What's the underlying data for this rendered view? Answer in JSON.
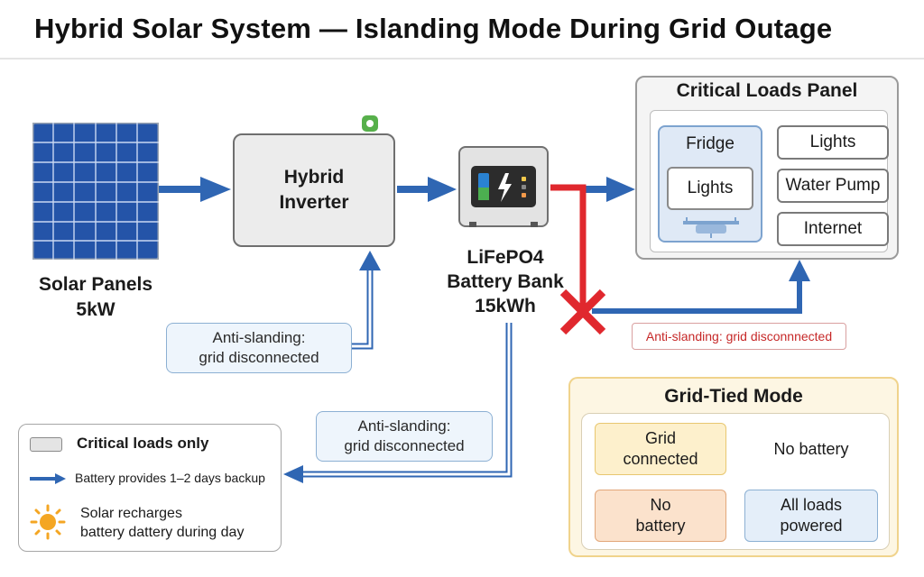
{
  "title": "Hybrid Solar System — Islanding Mode During Grid Outage",
  "solar": {
    "line1": "Solar Panels",
    "line2": "5kW"
  },
  "inverter": {
    "line1": "Hybrid",
    "line2": "Inverter"
  },
  "battery": {
    "line1": "LiFePO4",
    "line2": "Battery Bank",
    "line3": "15kWh"
  },
  "critical_loads_panel": {
    "title": "Critical Loads Panel",
    "fridge": "Fridge",
    "fridge_item": "Lights",
    "items": [
      "Lights",
      "Water Pump",
      "Internet"
    ]
  },
  "notes": {
    "inverter_note": {
      "line1": "Anti-slanding:",
      "line2": "grid disconnected"
    },
    "battery_note": {
      "line1": "Anti-slanding:",
      "line2": "grid disconnected"
    },
    "red_note": "Anti-slanding: grid disconnnected"
  },
  "legend": {
    "item1": "Critical loads only",
    "item2": "Battery provides 1–2 days backup",
    "item3_line1": "Solar recharges",
    "item3_line2": "battery dattery during day"
  },
  "grid_tied": {
    "title": "Grid-Tied Mode",
    "cells": {
      "grid_connected": {
        "line1": "Grid",
        "line2": "connected"
      },
      "no_battery_text": "No battery",
      "no_battery": {
        "line1": "No",
        "line2": "battery"
      },
      "all_loads": {
        "line1": "All loads",
        "line2": "powered"
      }
    }
  },
  "colors": {
    "flow_blue": "#2f66b3",
    "outage_red": "#e0282e",
    "solar_blue": "#2f5fb8"
  }
}
